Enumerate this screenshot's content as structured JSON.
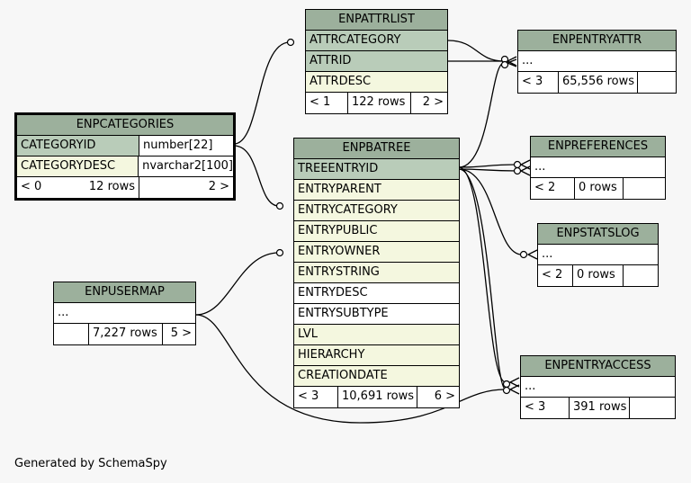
{
  "footer": "Generated by SchemaSpy",
  "tables": {
    "enpattrlist": {
      "title": "ENPATTRLIST",
      "columns": [
        "ATTRCATEGORY",
        "ATTRID",
        "ATTRDESC"
      ],
      "foot": [
        "< 1",
        "122 rows",
        "2 >"
      ]
    },
    "enpcategories": {
      "title": "ENPCATEGORIES",
      "columns": [
        {
          "name": "CATEGORYID",
          "type": "number[22]"
        },
        {
          "name": "CATEGORYDESC",
          "type": "nvarchar2[100]"
        }
      ],
      "foot": [
        "< 0",
        "12 rows",
        "2 >"
      ]
    },
    "enpbatree": {
      "title": "ENPBATREE",
      "columns": [
        "TREEENTRYID",
        "ENTRYPARENT",
        "ENTRYCATEGORY",
        "ENTRYPUBLIC",
        "ENTRYOWNER",
        "ENTRYSTRING",
        "ENTRYDESC",
        "ENTRYSUBTYPE",
        "LVL",
        "HIERARCHY",
        "CREATIONDATE"
      ],
      "foot": [
        "< 3",
        "10,691 rows",
        "6 >"
      ]
    },
    "enpusermap": {
      "title": "ENPUSERMAP",
      "body": "...",
      "foot": [
        "",
        "7,227 rows",
        "5 >"
      ]
    },
    "enpentryattr": {
      "title": "ENPENTRYATTR",
      "body": "...",
      "foot": [
        "< 3",
        "65,556 rows",
        ""
      ]
    },
    "enppreferences": {
      "title": "ENPREFERENCES",
      "body": "...",
      "foot": [
        "< 2",
        "0 rows",
        ""
      ]
    },
    "enpstatslog": {
      "title": "ENPSTATSLOG",
      "body": "...",
      "foot": [
        "< 2",
        "0 rows",
        ""
      ]
    },
    "enpentryaccess": {
      "title": "ENPENTRYACCESS",
      "body": "...",
      "foot": [
        "< 3",
        "391 rows",
        ""
      ]
    }
  }
}
